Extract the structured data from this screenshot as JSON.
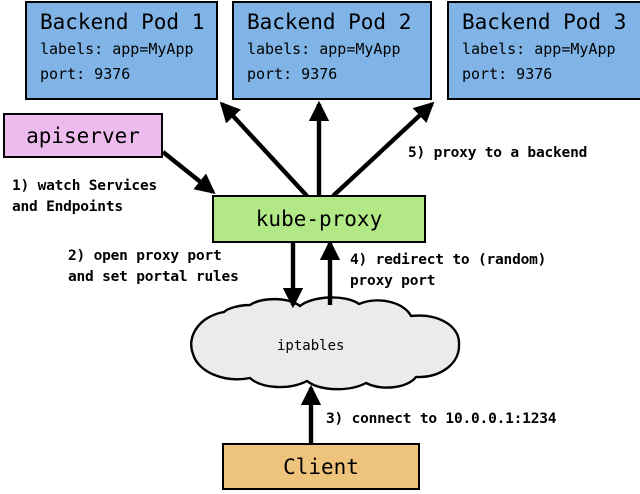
{
  "diagram": {
    "title_text": "",
    "colors": {
      "pod_fill": "#80b3e6",
      "apiserver_fill": "#eebbee",
      "kubeproxy_fill": "#b3e887",
      "client_fill": "#eec47d",
      "cloud_fill": "#ebebeb",
      "stroke": "#000000",
      "background": "#ffffff"
    },
    "pods": [
      {
        "title": "Backend Pod 1",
        "labels_line": "labels: app=MyApp",
        "port_line": "port: 9376"
      },
      {
        "title": "Backend Pod 2",
        "labels_line": "labels: app=MyApp",
        "port_line": "port: 9376"
      },
      {
        "title": "Backend Pod 3",
        "labels_line": "labels: app=MyApp",
        "port_line": "port: 9376"
      }
    ],
    "apiserver": {
      "label": "apiserver"
    },
    "kubeproxy": {
      "label": "kube-proxy"
    },
    "iptables": {
      "label": "iptables"
    },
    "client": {
      "label": "Client"
    },
    "steps": [
      {
        "id": "step-1",
        "line1": "1) watch Services",
        "line2": "and Endpoints"
      },
      {
        "id": "step-2",
        "line1": "2) open proxy port",
        "line2": "and set portal rules"
      },
      {
        "id": "step-3",
        "line1": "3) connect to 10.0.0.1:1234",
        "line2": ""
      },
      {
        "id": "step-4",
        "line1": "4) redirect to (random)",
        "line2": "proxy port"
      },
      {
        "id": "step-5",
        "line1": "5) proxy to a backend",
        "line2": ""
      }
    ]
  }
}
